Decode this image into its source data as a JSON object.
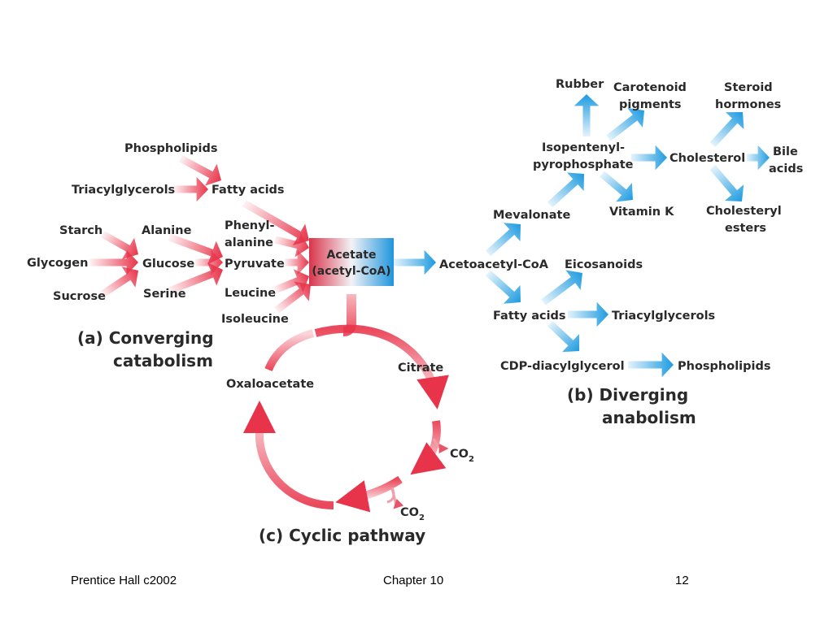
{
  "panel_a": {
    "title_line1": "(a) Converging",
    "title_line2": "catabolism",
    "nodes": {
      "phospholipids": "Phospholipids",
      "triacylglycerols": "Triacylglycerols",
      "fatty_acids": "Fatty acids",
      "starch": "Starch",
      "glycogen": "Glycogen",
      "sucrose": "Sucrose",
      "alanine": "Alanine",
      "glucose": "Glucose",
      "serine": "Serine",
      "phenylalanine_1": "Phenyl-",
      "phenylalanine_2": "alanine",
      "pyruvate": "Pyruvate",
      "leucine": "Leucine",
      "isoleucine": "Isoleucine"
    }
  },
  "acetate_box": {
    "line1": "Acetate",
    "line2": "(acetyl-CoA)"
  },
  "panel_b": {
    "title_line1": "(b) Diverging",
    "title_line2": "anabolism",
    "nodes": {
      "acetoacetyl_coa": "Acetoacetyl-CoA",
      "mevalonate": "Mevalonate",
      "isopentenyl_1": "Isopentenyl-",
      "isopentenyl_2": "pyrophosphate",
      "rubber": "Rubber",
      "carotenoid_1": "Carotenoid",
      "carotenoid_2": "pigments",
      "vitamin_k": "Vitamin K",
      "cholesterol": "Cholesterol",
      "steroid_1": "Steroid",
      "steroid_2": "hormones",
      "bile_1": "Bile",
      "bile_2": "acids",
      "cholesteryl_1": "Cholesteryl",
      "cholesteryl_2": "esters",
      "eicosanoids": "Eicosanoids",
      "fatty_acids": "Fatty acids",
      "triacylglycerols": "Triacylglycerols",
      "cdp_diacylglycerol": "CDP-diacylglycerol",
      "phospholipids": "Phospholipids"
    }
  },
  "panel_c": {
    "title": "(c) Cyclic pathway",
    "nodes": {
      "citrate": "Citrate",
      "oxaloacetate": "Oxaloacetate",
      "co2_1_main": "CO",
      "co2_1_sub": "2",
      "co2_2_main": "CO",
      "co2_2_sub": "2"
    }
  },
  "footer": {
    "left": "Prentice Hall c2002",
    "center": "Chapter 10",
    "right": "12"
  },
  "colors": {
    "catabolism_red": "#e8344a",
    "anabolism_blue": "#1e9be0",
    "box_red": "#d9344a",
    "box_blue": "#1f95dc"
  }
}
